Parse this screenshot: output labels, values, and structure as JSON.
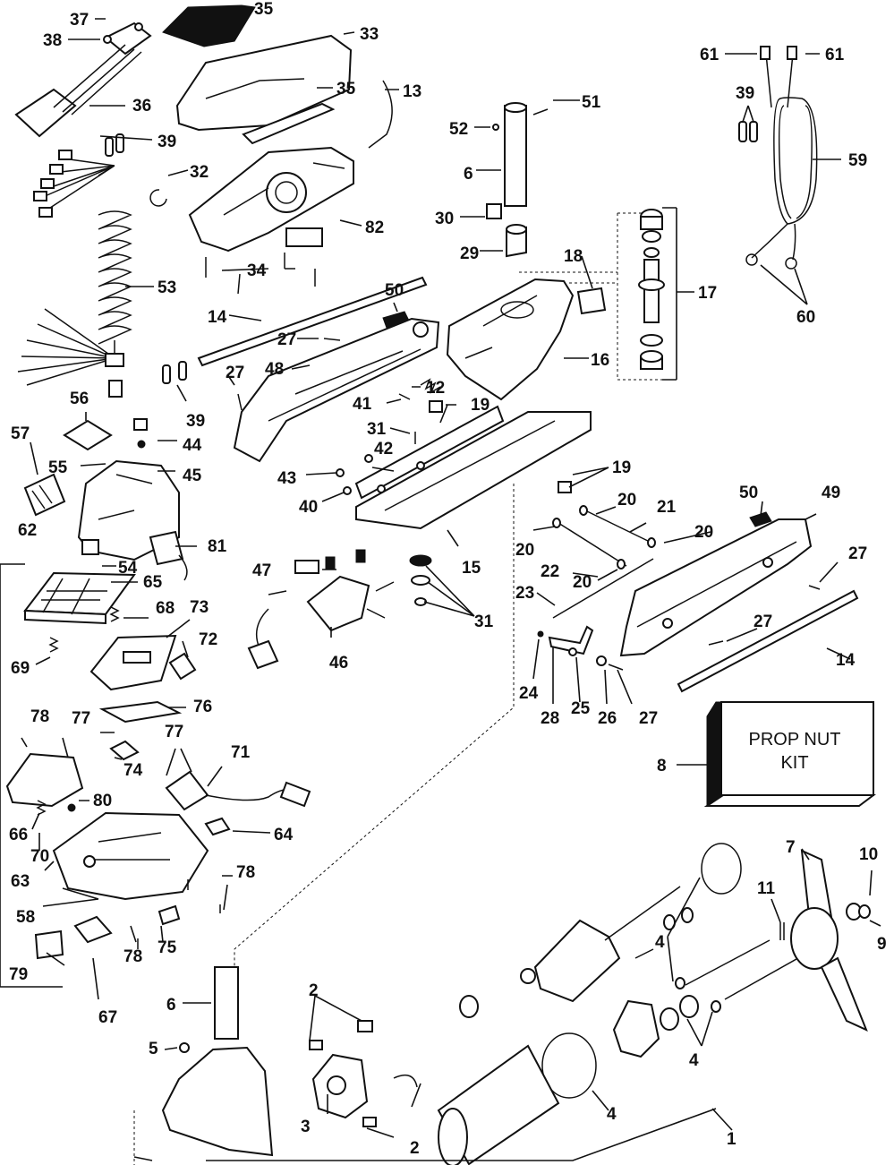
{
  "diagram": {
    "kit_box": {
      "line1": "PROP NUT",
      "line2": "KIT"
    },
    "callouts": [
      {
        "id": "c37",
        "text": "37"
      },
      {
        "id": "c38",
        "text": "38"
      },
      {
        "id": "c35a",
        "text": "35"
      },
      {
        "id": "c33",
        "text": "33"
      },
      {
        "id": "c35b",
        "text": "35"
      },
      {
        "id": "c13",
        "text": "13"
      },
      {
        "id": "c36",
        "text": "36"
      },
      {
        "id": "c39a",
        "text": "39"
      },
      {
        "id": "c32",
        "text": "32"
      },
      {
        "id": "c82",
        "text": "82"
      },
      {
        "id": "c34",
        "text": "34"
      },
      {
        "id": "c53",
        "text": "53"
      },
      {
        "id": "c14a",
        "text": "14"
      },
      {
        "id": "c50a",
        "text": "50"
      },
      {
        "id": "c27a",
        "text": "27"
      },
      {
        "id": "c48",
        "text": "48"
      },
      {
        "id": "c27b",
        "text": "27"
      },
      {
        "id": "c39b",
        "text": "39"
      },
      {
        "id": "c56",
        "text": "56"
      },
      {
        "id": "c44",
        "text": "44"
      },
      {
        "id": "c45",
        "text": "45"
      },
      {
        "id": "c57",
        "text": "57"
      },
      {
        "id": "c55",
        "text": "55"
      },
      {
        "id": "c62",
        "text": "62"
      },
      {
        "id": "c54",
        "text": "54"
      },
      {
        "id": "c81",
        "text": "81"
      },
      {
        "id": "c65",
        "text": "65"
      },
      {
        "id": "c68",
        "text": "68"
      },
      {
        "id": "c73",
        "text": "73"
      },
      {
        "id": "c69",
        "text": "69"
      },
      {
        "id": "c72",
        "text": "72"
      },
      {
        "id": "c76",
        "text": "76"
      },
      {
        "id": "c78a",
        "text": "78"
      },
      {
        "id": "c77a",
        "text": "77"
      },
      {
        "id": "c77b",
        "text": "77"
      },
      {
        "id": "c71",
        "text": "71"
      },
      {
        "id": "c74",
        "text": "74"
      },
      {
        "id": "c80",
        "text": "80"
      },
      {
        "id": "c66",
        "text": "66"
      },
      {
        "id": "c70",
        "text": "70"
      },
      {
        "id": "c64",
        "text": "64"
      },
      {
        "id": "c63",
        "text": "63"
      },
      {
        "id": "c78b",
        "text": "78"
      },
      {
        "id": "c58",
        "text": "58"
      },
      {
        "id": "c78c",
        "text": "78"
      },
      {
        "id": "c75",
        "text": "75"
      },
      {
        "id": "c79",
        "text": "79"
      },
      {
        "id": "c67",
        "text": "67"
      },
      {
        "id": "c6b",
        "text": "6"
      },
      {
        "id": "c5",
        "text": "5"
      },
      {
        "id": "c2a",
        "text": "2"
      },
      {
        "id": "c3",
        "text": "3"
      },
      {
        "id": "c2b",
        "text": "2"
      },
      {
        "id": "c51",
        "text": "51"
      },
      {
        "id": "c52",
        "text": "52"
      },
      {
        "id": "c6a",
        "text": "6"
      },
      {
        "id": "c30",
        "text": "30"
      },
      {
        "id": "c29",
        "text": "29"
      },
      {
        "id": "c18",
        "text": "18"
      },
      {
        "id": "c17",
        "text": "17"
      },
      {
        "id": "c16",
        "text": "16"
      },
      {
        "id": "c12",
        "text": "12"
      },
      {
        "id": "c41",
        "text": "41"
      },
      {
        "id": "c19a",
        "text": "19"
      },
      {
        "id": "c31a",
        "text": "31"
      },
      {
        "id": "c42",
        "text": "42"
      },
      {
        "id": "c43",
        "text": "43"
      },
      {
        "id": "c40",
        "text": "40"
      },
      {
        "id": "c19b",
        "text": "19"
      },
      {
        "id": "c47",
        "text": "47"
      },
      {
        "id": "c46",
        "text": "46"
      },
      {
        "id": "c15",
        "text": "15"
      },
      {
        "id": "c31b",
        "text": "31"
      },
      {
        "id": "c61a",
        "text": "61"
      },
      {
        "id": "c61b",
        "text": "61"
      },
      {
        "id": "c39c",
        "text": "39"
      },
      {
        "id": "c59",
        "text": "59"
      },
      {
        "id": "c60",
        "text": "60"
      },
      {
        "id": "c50b",
        "text": "50"
      },
      {
        "id": "c49",
        "text": "49"
      },
      {
        "id": "c20a",
        "text": "20"
      },
      {
        "id": "c21",
        "text": "21"
      },
      {
        "id": "c20b",
        "text": "20"
      },
      {
        "id": "c20c",
        "text": "20"
      },
      {
        "id": "c22",
        "text": "22"
      },
      {
        "id": "c20d",
        "text": "20"
      },
      {
        "id": "c27c",
        "text": "27"
      },
      {
        "id": "c23",
        "text": "23"
      },
      {
        "id": "c27d",
        "text": "27"
      },
      {
        "id": "c14b",
        "text": "14"
      },
      {
        "id": "c24",
        "text": "24"
      },
      {
        "id": "c28",
        "text": "28"
      },
      {
        "id": "c25",
        "text": "25"
      },
      {
        "id": "c26",
        "text": "26"
      },
      {
        "id": "c27e",
        "text": "27"
      },
      {
        "id": "c8",
        "text": "8"
      },
      {
        "id": "c7",
        "text": "7"
      },
      {
        "id": "c10",
        "text": "10"
      },
      {
        "id": "c11",
        "text": "11"
      },
      {
        "id": "c9",
        "text": "9"
      },
      {
        "id": "c4a",
        "text": "4"
      },
      {
        "id": "c4b",
        "text": "4"
      },
      {
        "id": "c4c",
        "text": "4"
      },
      {
        "id": "c1",
        "text": "1"
      }
    ]
  }
}
